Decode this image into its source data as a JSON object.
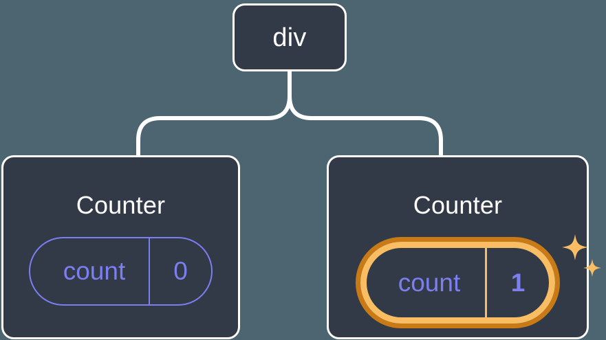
{
  "diagram": {
    "title": "react-component-tree-state-highlight",
    "background_color": "#4c6570",
    "node_fill_color": "#333a47",
    "node_border_color": "#ffffff",
    "connector_color": "#ffffff",
    "state_color": "#7b7ff0",
    "highlight_outer_color": "#c87a17",
    "highlight_inner_color": "#f9be64",
    "sparkle_color": "#f9be64"
  },
  "root": {
    "label": "div"
  },
  "children": [
    {
      "title": "Counter",
      "state": {
        "key": "count",
        "value": "0"
      },
      "highlighted": false,
      "sparkle": false
    },
    {
      "title": "Counter",
      "state": {
        "key": "count",
        "value": "1"
      },
      "highlighted": true,
      "sparkle": true
    }
  ],
  "icons": {
    "sparkle_large": "sparkle-icon",
    "sparkle_small": "sparkle-icon"
  }
}
